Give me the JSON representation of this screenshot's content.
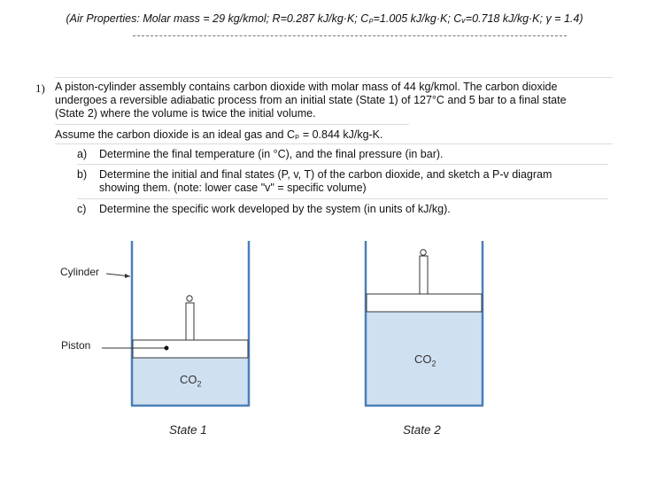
{
  "header": {
    "air_properties": "(Air Properties:  Molar mass = 29 kg/kmol;  R=0.287 kJ/kg·K;  Cₚ=1.005 kJ/kg·K;  Cᵥ=0.718 kJ/kg·K;  γ = 1.4)"
  },
  "problem": {
    "number": "1)",
    "lines": [
      "A piston-cylinder assembly contains carbon dioxide with molar mass of 44 kg/kmol.  The carbon dioxide",
      "undergoes a reversible adiabatic process from an initial state (State 1) of 127°C and 5 bar to a final state",
      "(State 2) where the volume is twice the initial volume."
    ],
    "assumption": "Assume the carbon dioxide is an ideal gas and Cₚ = 0.844 kJ/kg-K.",
    "parts": [
      {
        "letter": "a)",
        "lines": [
          "Determine the final temperature (in °C), and the final pressure (in bar)."
        ]
      },
      {
        "letter": "b)",
        "lines": [
          "Determine the initial and final states (P, v, T) of the carbon dioxide, and sketch a P-v diagram",
          "showing them. (note: lower case \"v\" = specific volume)"
        ]
      },
      {
        "letter": "c)",
        "lines": [
          "Determine the specific work developed by the system (in units of kJ/kg)."
        ]
      }
    ]
  },
  "diagram": {
    "cylinder_label": "Cylinder",
    "piston_label": "Piston",
    "gas_label": "CO",
    "gas_subscript": "2",
    "state1_label": "State 1",
    "state2_label": "State 2",
    "colors": {
      "wall": "#4a7fb8",
      "gas": "#cfe0f1",
      "line": "#333333"
    }
  }
}
